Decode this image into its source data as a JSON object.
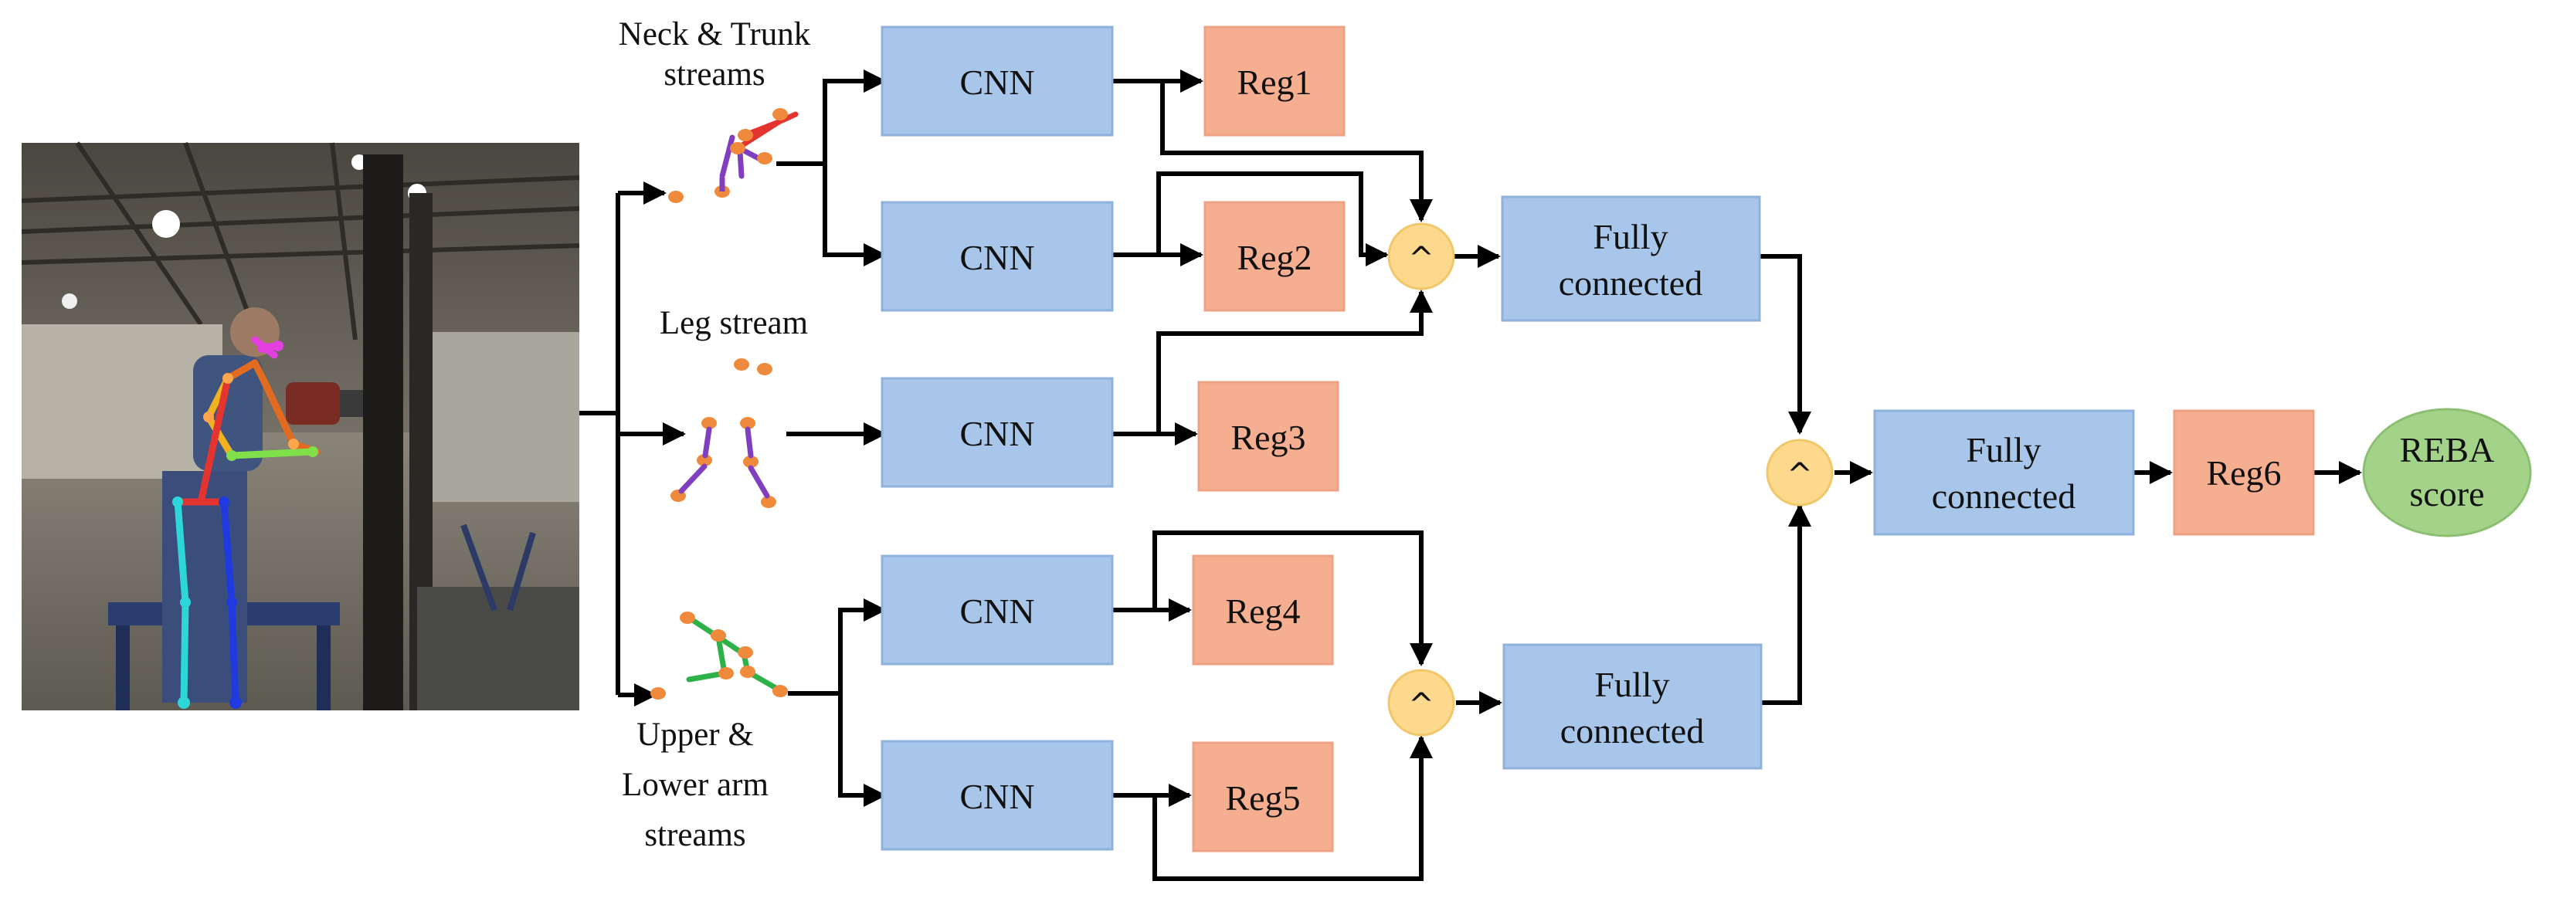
{
  "colors": {
    "cnn_fill": "#a8c6ea",
    "cnn_stroke": "#8fb1dc",
    "reg_fill": "#f6ae90",
    "reg_stroke": "#eea183",
    "op_fill": "#fcd98d",
    "op_stroke": "#f2c76a",
    "output_fill": "#a3d389",
    "output_stroke": "#8cbf72",
    "arrow": "#000000",
    "joint": "#ef8a3c",
    "bone_purple": "#7f3fbf",
    "bone_green": "#2fb14a",
    "bone_red": "#e3342f"
  },
  "input_image": {
    "description_icon": "worker-skeleton-photo"
  },
  "streams": {
    "neck_trunk": [
      "Neck & Trunk",
      "streams"
    ],
    "leg": [
      "Leg stream"
    ],
    "arm": [
      "Upper &",
      "Lower arm",
      "streams"
    ]
  },
  "blocks": {
    "cnn1": "CNN",
    "cnn2": "CNN",
    "cnn3": "CNN",
    "cnn4": "CNN",
    "cnn5": "CNN",
    "reg1": "Reg1",
    "reg2": "Reg2",
    "reg3": "Reg3",
    "reg4": "Reg4",
    "reg5": "Reg5",
    "reg6": "Reg6",
    "fc1": [
      "Fully",
      "connected"
    ],
    "fc2": [
      "Fully",
      "connected"
    ],
    "fc3": [
      "Fully",
      "connected"
    ],
    "concat_symbol": "^",
    "output": [
      "REBA",
      "score"
    ]
  }
}
